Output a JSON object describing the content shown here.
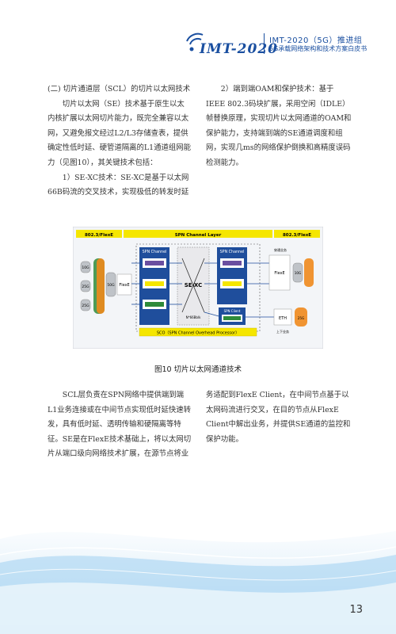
{
  "header": {
    "logo_text": "IMT-2020",
    "title": "IMT-2020（5G）推进组",
    "subtitle": "5G承载网络架构和技术方案白皮书"
  },
  "body": {
    "section_heading": "(二) 切片通道层（SCL）的切片以太网技术",
    "para1": "切片以太网（SE）技术基于原生以太内核扩展以太网切片能力，既完全兼容以太网，又避免报文经过L2/L3存储查表，提供确定性低时延、硬管道隔离的L1通道组网能力（见图10），其关键技术包括：",
    "item1": "1）SE-XC技术：SE-XC是基于以太网66B码流的交叉技术，实现极低的转发时延和TDM管道隔离效果。",
    "item2": "2）端到端OAM和保护技术：基于IEEE 802.3码块扩展，采用空闲（IDLE）帧替换原理，实现切片以太网通道的OAM和保护能力，支持端到端的SE通道调度和组网，实现几ms的网络保护倒换和高精度误码检测能力。",
    "para_scl": "SCL层负责在SPN网络中提供端到端L1业务连接或在中间节点实现低时延快速转发，具有低时延、透明传输和硬隔离等特征。SE是在FlexE技术基础上，将以太网切片从端口级向网络技术扩展，在源节点将业务适配到FlexE Client，在中间节点基于以太网码流进行交叉，在目的节点从FlexE Client中解出业务，并提供SE通道的监控和保护功能。"
  },
  "figure": {
    "caption": "图10 切片以太网通道技术",
    "layers": {
      "left": "802.3/FlexE",
      "center": "SPN Channel Layer",
      "right": "802.3/FlexE"
    },
    "spn_channel_label": "SPN Channel",
    "sexc_label": "SE-XC",
    "sexc_sub": "N*66Bblk",
    "spn_client_label": "SPN Client",
    "sco_label": "SCO（SPN Channel Overhead Processor）",
    "flexe_label": "FlexE",
    "eth_label": "ETH",
    "in_ports": [
      "10G",
      "25G",
      "25G"
    ],
    "mid_port": "50G",
    "out_port": "10G",
    "out_port2": "25G",
    "add_label": "穿通业务",
    "drop_label": "上下业务",
    "colors": {
      "yellow": "#f5e600",
      "blue": "#1f4e9c",
      "orange": "#f08a1c",
      "grey": "#bfc3c8",
      "purple": "#6a4ea0",
      "green": "#2e8b3a"
    }
  },
  "footer": {
    "page_number": "13"
  }
}
